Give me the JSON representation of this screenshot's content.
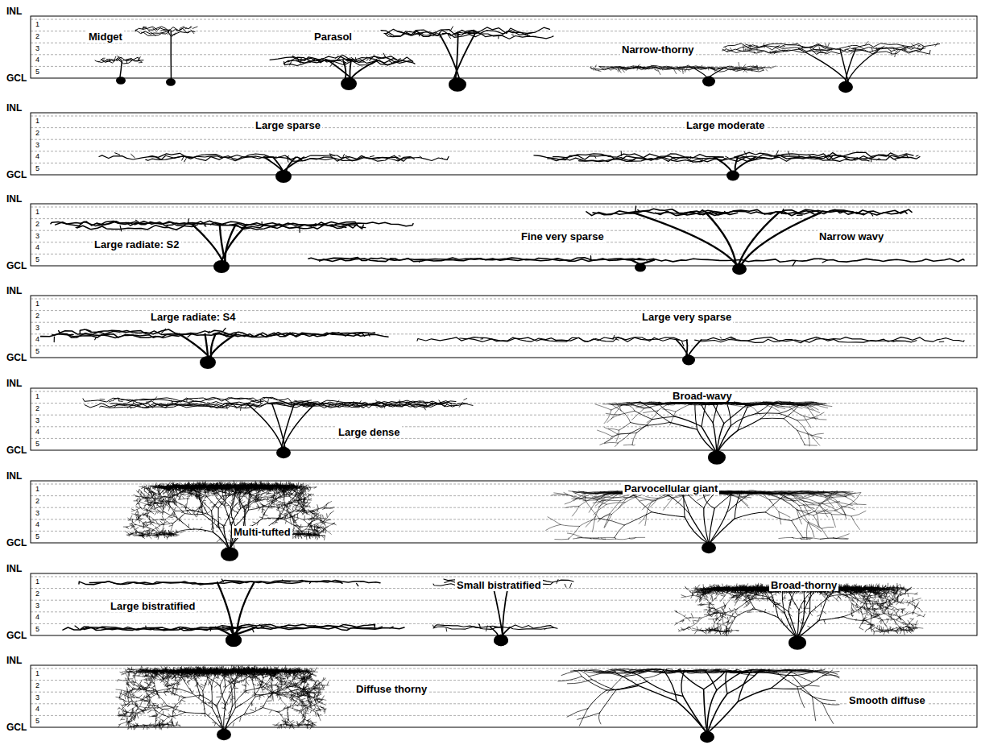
{
  "diagram": {
    "labels": [
      "INL",
      "1",
      "2",
      "3",
      "4",
      "5",
      "GCL",
      "Midget",
      "Parasol",
      "Narrow-thorny",
      "INL",
      "1",
      "2",
      "3",
      "4",
      "5",
      "GCL",
      "Large sparse",
      "Large moderate",
      "INL",
      "1",
      "2",
      "3",
      "4",
      "5",
      "GCL",
      "Large radiate: S2",
      "Fine very sparse",
      "Narrow wavy",
      "INL",
      "1",
      "2",
      "3",
      "4",
      "5",
      "GCL",
      "Large radiate: S4",
      "Large very sparse",
      "INL",
      "1",
      "2",
      "3",
      "4",
      "5",
      "GCL",
      "Large dense",
      "Broad-wavy",
      "INL",
      "1",
      "2",
      "3",
      "4",
      "5",
      "GCL",
      "Multi-tufted",
      "Parvocellular giant",
      "INL",
      "1",
      "2",
      "3",
      "4",
      "5",
      "GCL",
      "Large bistratified",
      "Small bistratified",
      "Broad-thorny",
      "INL",
      "1",
      "2",
      "3",
      "4",
      "5",
      "GCL",
      "Diffuse thorny",
      "Smooth diffuse"
    ]
  }
}
